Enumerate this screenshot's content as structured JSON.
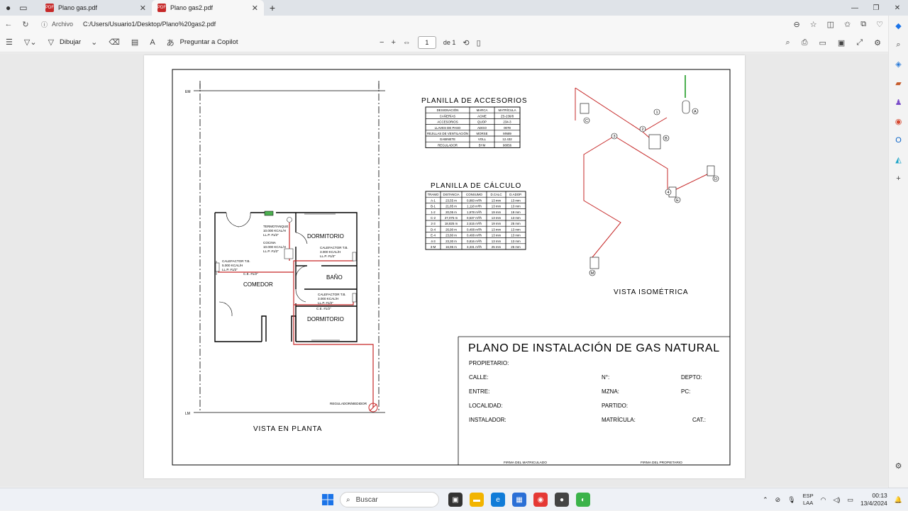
{
  "browser": {
    "tabs": [
      {
        "label": "Plano gas.pdf"
      },
      {
        "label": "Plano gas2.pdf"
      }
    ],
    "address_label": "Archivo",
    "url": "C:/Users/Usuario1/Desktop/Plano%20gas2.pdf"
  },
  "toolbar": {
    "draw_label": "Dibujar",
    "copilot_label": "Preguntar a Copilot",
    "page_current": "1",
    "page_of": "de 1"
  },
  "drawing": {
    "em": "EM",
    "lm": "LM",
    "rooms": {
      "dormitorio1": "DORMITORIO",
      "dormitorio2": "DORMITORIO",
      "bano": "BAÑO",
      "comedor": "COMEDOR"
    },
    "notes": {
      "termo1": "TERMOTANQUE",
      "termo2": "10.000 KCAL/H",
      "termo3": "LL.P. #1/2\"",
      "cocina1": "COCINA",
      "cocina2": "10.000 KCAL/H",
      "cocina3": "LL.P. #1/2\"",
      "cal1a": "CALEFACTOR T.B.",
      "cal1b": "5.000 KCAL/H",
      "cal1c": "LL.P. #1/2\"",
      "cal2a": "CALEFACTOR T.B.",
      "cal2b": "3.000 KCAL/H",
      "cal2c": "LL.P. #1/2\"",
      "cal3a": "CALEFACTOR T.B.",
      "cal3b": "3.000 KCAL/H",
      "cal3c": "LL.P. #1/2\"",
      "ce_half": "C.E. #1/2\"",
      "regulador": "REGULADOR/MEDIDOR"
    },
    "vista_planta": "VISTA EN PLANTA",
    "vista_iso": "VISTA ISOMÉTRICA",
    "iso_nodes": [
      "A",
      "B",
      "C",
      "D",
      "E",
      "M",
      "1",
      "2",
      "3",
      "4"
    ],
    "accesorios": {
      "title": "PLANILLA DE ACCESORIOS",
      "headers": [
        "DESIGNACIÓN",
        "MARCA",
        "MATRÍCULA"
      ],
      "rows": [
        [
          "CAÑERÍAS",
          "ACME",
          "ZS-236/8"
        ],
        [
          "ACCESORIOS",
          "QUOP",
          "234-3"
        ],
        [
          "LLAVES DE PASO",
          "ADGO",
          "0078"
        ],
        [
          "REJILLAS DE VENTILACIÓN",
          "MORSE",
          "MN89"
        ],
        [
          "GABINETE",
          "VOLL",
          "12.432"
        ],
        [
          "REGULADOR",
          "BYM",
          "98056"
        ]
      ]
    },
    "calculo": {
      "title": "PLANILLA DE CÁLCULO",
      "headers": [
        "TRAMO",
        "DISTANCIA",
        "CONSUMO",
        "D.CALC",
        "D.ADOP."
      ],
      "rows": [
        [
          "A-1",
          "23,55 m",
          "0,860 m³/h",
          "13 mm",
          "13 mm"
        ],
        [
          "B-1",
          "21,85 m",
          "1,118 m³/h",
          "13 mm",
          "13 mm"
        ],
        [
          "1-2",
          "20,05 m",
          "1,978 m³/h",
          "19 mm",
          "19 mm"
        ],
        [
          "C-2",
          "27,075 m",
          "0,537 m³/h",
          "13 mm",
          "13 mm"
        ],
        [
          "2-3",
          "18,825 m",
          "2,515 m³/h",
          "19 mm",
          "25 mm"
        ],
        [
          "D-4",
          "26,90 m",
          "0,408 m³/h",
          "13 mm",
          "13 mm"
        ],
        [
          "E-4",
          "23,80 m",
          "0,408 m³/h",
          "13 mm",
          "13 mm"
        ],
        [
          "4-3",
          "23,30 m",
          "0,816 m³/h",
          "13 mm",
          "13 mm"
        ],
        [
          "3-M",
          "16,95 m",
          "3,331 m³/h",
          "25 mm",
          "25 mm"
        ]
      ]
    },
    "title_block": {
      "title": "PLANO DE INSTALACIÓN DE GAS NATURAL",
      "propietario": "PROPIETARIO:",
      "calle": "CALLE:",
      "numero": "N°:",
      "depto": "DEPTO:",
      "entre": "ENTRE:",
      "mzna": "MZNA:",
      "pc": "PC:",
      "localidad": "LOCALIDAD:",
      "partido": "PARTIDO:",
      "instalador": "INSTALADOR:",
      "matricula": "MATRÍCULA:",
      "cat": "CAT.:",
      "firma_mat": "FIRMA DEL MATRICULADO",
      "firma_prop": "FIRMA DEL PROPIETARIO"
    }
  },
  "taskbar": {
    "search_placeholder": "Buscar",
    "lang1": "ESP",
    "lang2": "LAA",
    "time": "00:13",
    "date": "13/4/2024"
  }
}
